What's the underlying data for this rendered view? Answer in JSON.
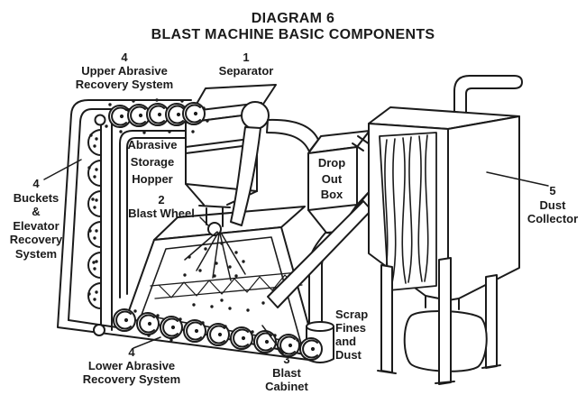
{
  "title": {
    "line1": "DIAGRAM 6",
    "line2": "BLAST MACHINE BASIC COMPONENTS"
  },
  "labels": {
    "upper_recovery": {
      "lines": [
        "4",
        "Upper Abrasive",
        "Recovery System"
      ]
    },
    "separator": {
      "lines": [
        "1",
        "Separator"
      ]
    },
    "storage_hopper": {
      "lines": [
        "Abrasive",
        "Storage",
        "Hopper"
      ]
    },
    "blast_wheel": {
      "lines": [
        "2",
        "Blast Wheel"
      ]
    },
    "bucket_elevator": {
      "lines": [
        "4",
        "Buckets",
        "&",
        "Elevator",
        "Recovery",
        "System"
      ]
    },
    "drop_out_box": {
      "lines": [
        "Drop",
        "Out",
        "Box"
      ]
    },
    "dust_collector": {
      "lines": [
        "5",
        "Dust",
        "Collector"
      ]
    },
    "scrap_fines": {
      "lines": [
        "Scrap",
        "Fines",
        "and",
        "Dust"
      ]
    },
    "lower_recovery": {
      "lines": [
        "4",
        "Lower Abrasive",
        "Recovery System"
      ]
    },
    "blast_cabinet": {
      "lines": [
        "3",
        "Blast",
        "Cabinet"
      ]
    }
  },
  "colors": {
    "ink": "#1b1b1b",
    "background": "#ffffff"
  }
}
